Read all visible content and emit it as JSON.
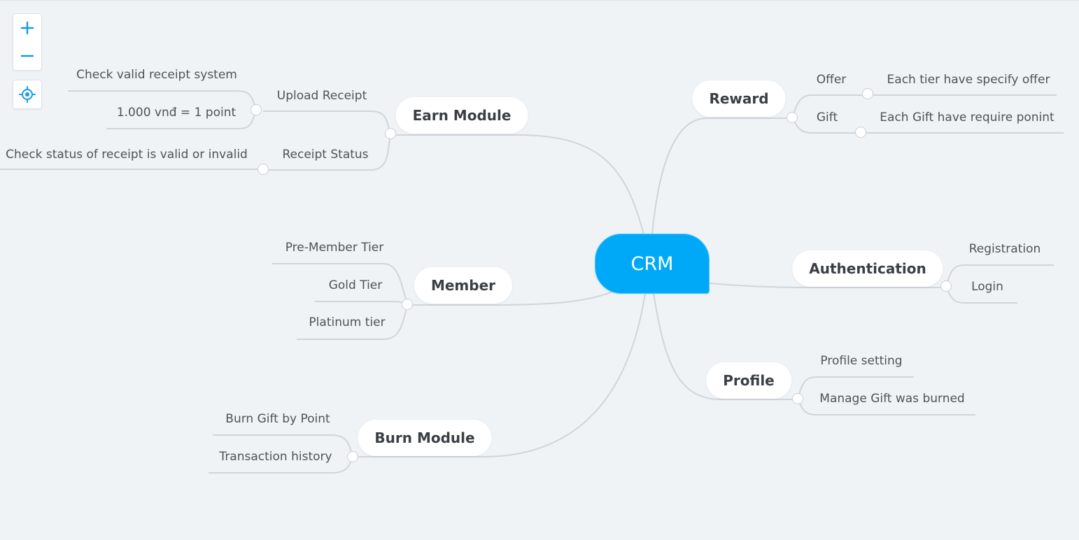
{
  "toolbar": {
    "zoom_in_icon": "plus-icon",
    "zoom_out_icon": "minus-icon",
    "locate_icon": "target-icon"
  },
  "colors": {
    "background": "#eff3f6",
    "root_fill": "#00a9f7",
    "edge": "#cfd5da",
    "accent": "#1a9ae6"
  },
  "mindmap": {
    "root": "CRM",
    "branches": [
      {
        "id": "earn",
        "label": "Earn Module",
        "children": [
          {
            "id": "upload",
            "label": "Upload Receipt",
            "children": [
              {
                "id": "check-valid",
                "label": "Check valid receipt system"
              },
              {
                "id": "points",
                "label": "1.000 vnđ = 1 point"
              }
            ]
          },
          {
            "id": "status",
            "label": "Receipt Status",
            "children": [
              {
                "id": "check-status",
                "label": "Check status of receipt is valid or invalid"
              }
            ]
          }
        ]
      },
      {
        "id": "member",
        "label": "Member",
        "children": [
          {
            "id": "pre-member",
            "label": "Pre-Member Tier"
          },
          {
            "id": "gold",
            "label": "Gold Tier"
          },
          {
            "id": "platinum",
            "label": "Platinum tier"
          }
        ]
      },
      {
        "id": "burn",
        "label": "Burn Module",
        "children": [
          {
            "id": "burn-gift",
            "label": "Burn Gift by Point"
          },
          {
            "id": "history",
            "label": "Transaction history"
          }
        ]
      },
      {
        "id": "reward",
        "label": "Reward",
        "children": [
          {
            "id": "offer",
            "label": "Offer",
            "children": [
              {
                "id": "tier-offer",
                "label": "Each tier have specify offer"
              }
            ]
          },
          {
            "id": "gift",
            "label": "Gift",
            "children": [
              {
                "id": "gift-point",
                "label": "Each Gift have require ponint"
              }
            ]
          }
        ]
      },
      {
        "id": "auth",
        "label": "Authentication",
        "children": [
          {
            "id": "registration",
            "label": "Registration"
          },
          {
            "id": "login",
            "label": "Login"
          }
        ]
      },
      {
        "id": "profile",
        "label": "Profile",
        "children": [
          {
            "id": "profile-setting",
            "label": "Profile setting"
          },
          {
            "id": "manage-gift",
            "label": "Manage Gift was burned"
          }
        ]
      }
    ]
  }
}
